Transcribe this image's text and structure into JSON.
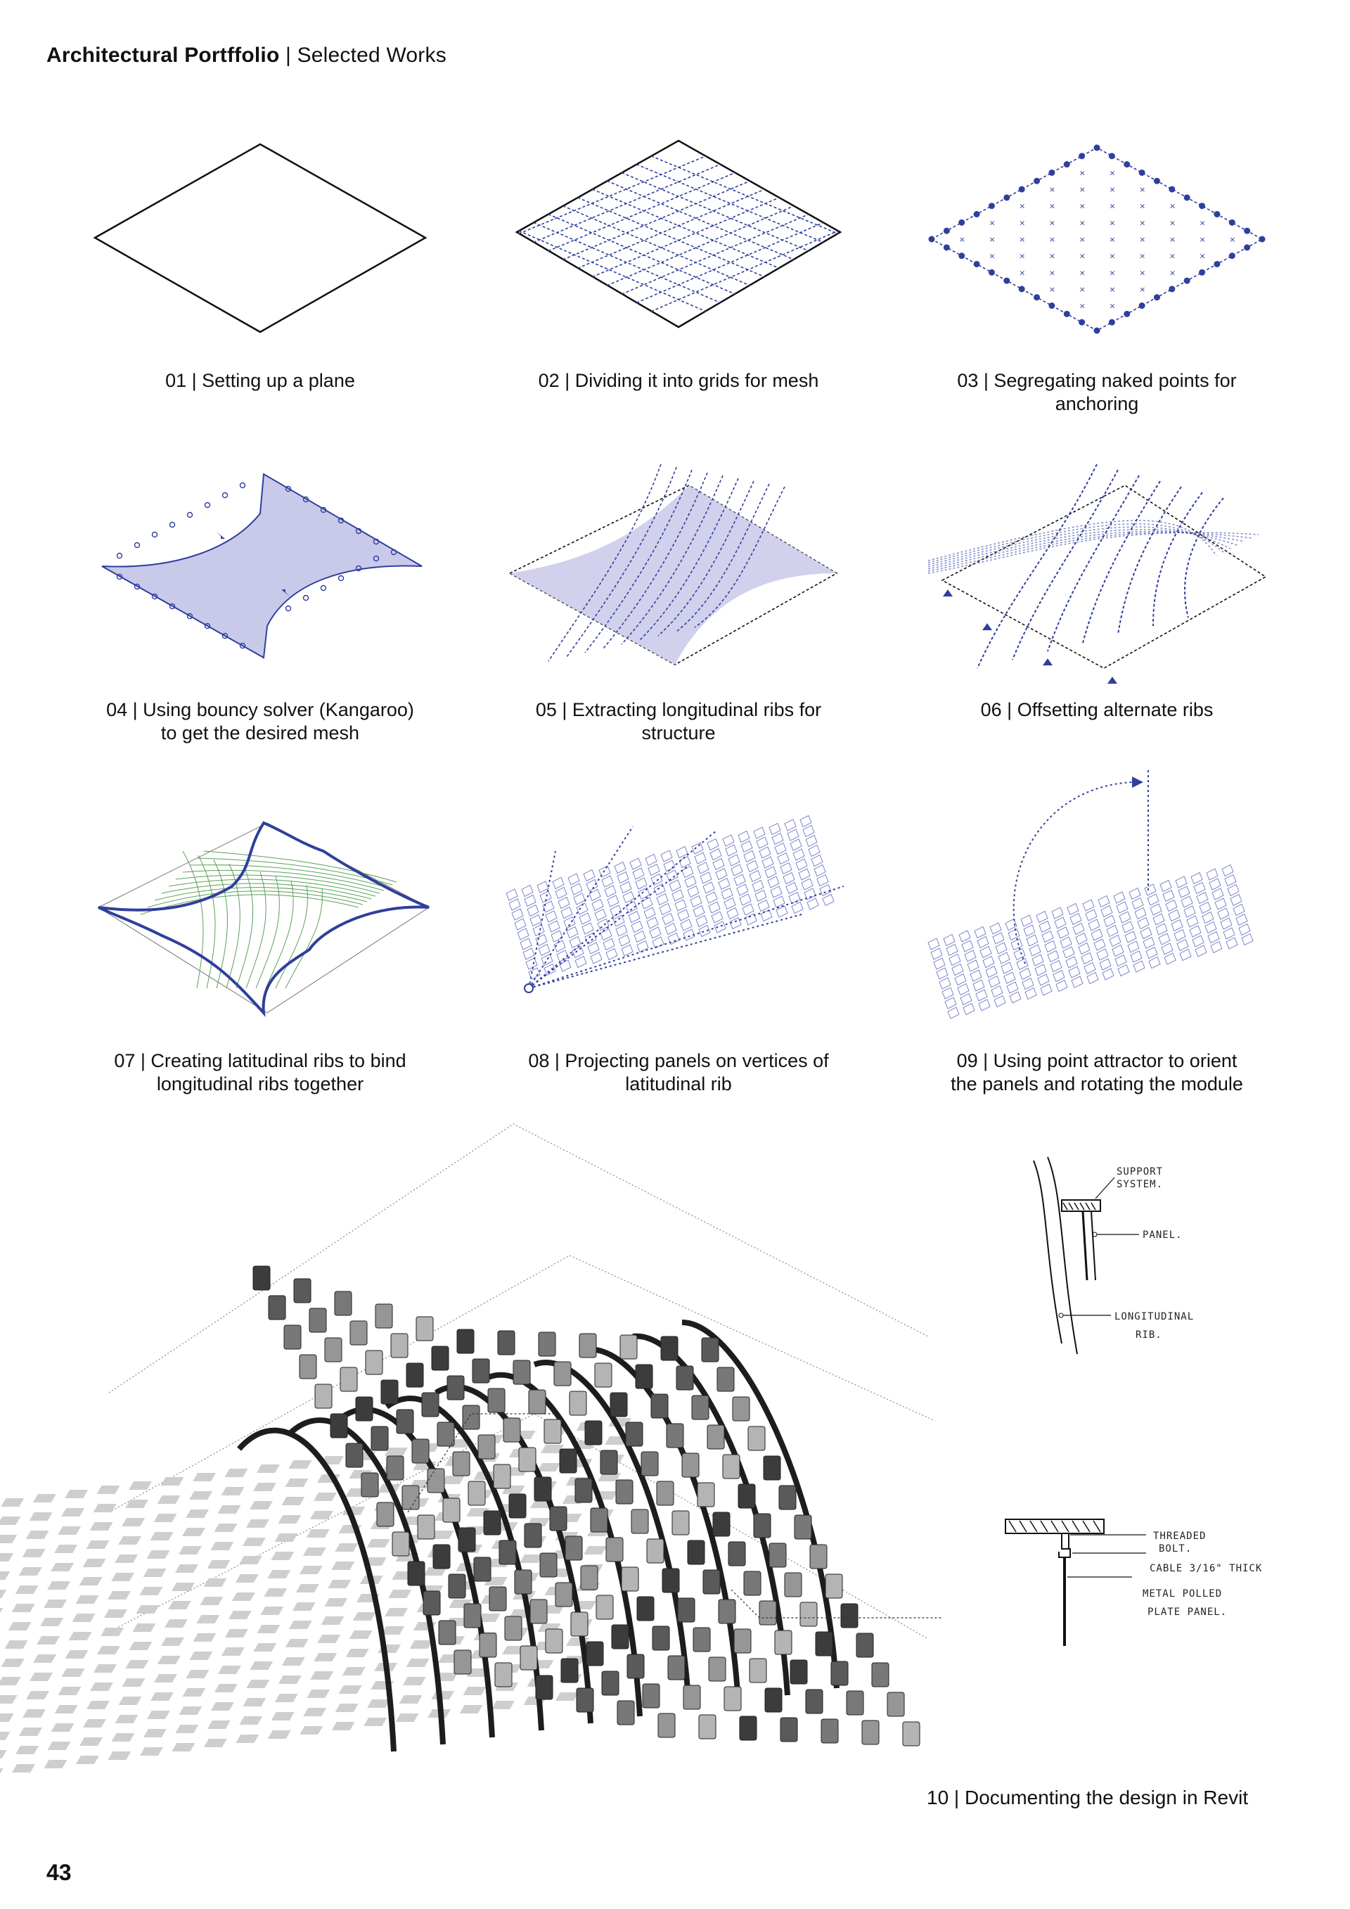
{
  "header": {
    "title_bold": "Architectural Portffolio",
    "title_rest": " | Selected Works"
  },
  "steps": [
    {
      "line1": "01 | Setting up a plane",
      "line2": ""
    },
    {
      "line1": "02 | Dividing it into grids for mesh",
      "line2": ""
    },
    {
      "line1": "03 | Segregating naked points for",
      "line2": "anchoring"
    },
    {
      "line1": "04 | Using bouncy solver (Kangaroo)",
      "line2": "to get the desired mesh"
    },
    {
      "line1": "05 | Extracting longitudinal ribs for",
      "line2": "structure"
    },
    {
      "line1": "06 | Offsetting alternate ribs",
      "line2": ""
    },
    {
      "line1": "07 | Creating latitudinal ribs to bind",
      "line2": "longitudinal ribs together"
    },
    {
      "line1": "08 | Projecting panels on vertices of",
      "line2": "latitudinal rib"
    },
    {
      "line1": "09 | Using point attractor to orient",
      "line2": "the panels and rotating the module"
    }
  ],
  "final_caption": "10 | Documenting the design in Revit",
  "detail_notes": {
    "support_system_1": "SUPPORT",
    "support_system_2": "SYSTEM.",
    "panel": "PANEL.",
    "longitudinal_1": "LONGITUDINAL",
    "longitudinal_2": "RIB.",
    "threaded_1": "THREADED",
    "threaded_2": "BOLT.",
    "cable": "CABLE 3/16\" THICK",
    "metal_1": "METAL POLLED",
    "metal_2": "PLATE PANEL."
  },
  "page_number": "43",
  "colors": {
    "accent_blue": "#2f3f9c",
    "fill_lavender": "#c9c9ea",
    "grid_green": "#5aa05a",
    "panel_grey": "#9a9a9a"
  }
}
